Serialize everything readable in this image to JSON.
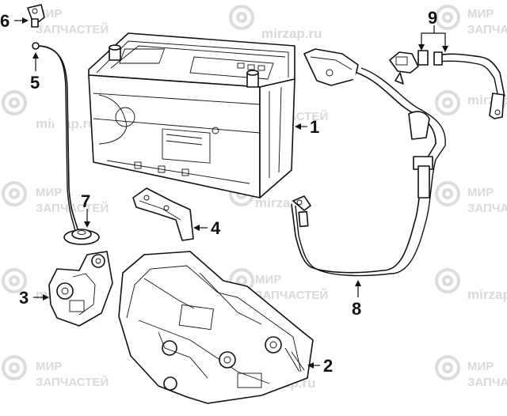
{
  "watermark": {
    "brand_line1": "МИР",
    "brand_line2": "ЗАПЧАСТЕЙ",
    "site": "mirzap.ru"
  },
  "callouts": [
    {
      "id": "1",
      "label": "1",
      "part": "battery"
    },
    {
      "id": "2",
      "label": "2",
      "part": "battery-tray"
    },
    {
      "id": "3",
      "label": "3",
      "part": "bracket"
    },
    {
      "id": "4",
      "label": "4",
      "part": "hold-down-clamp"
    },
    {
      "id": "5",
      "label": "5",
      "part": "vent-hose"
    },
    {
      "id": "6",
      "label": "6",
      "part": "vent-elbow"
    },
    {
      "id": "7",
      "label": "7",
      "part": "grommet"
    },
    {
      "id": "8",
      "label": "8",
      "part": "negative-cable"
    },
    {
      "id": "9",
      "label": "9",
      "part": "positive-cable"
    }
  ],
  "colors": {
    "ink": "#111111",
    "watermark": "#d9d9d9",
    "background": "#ffffff"
  }
}
